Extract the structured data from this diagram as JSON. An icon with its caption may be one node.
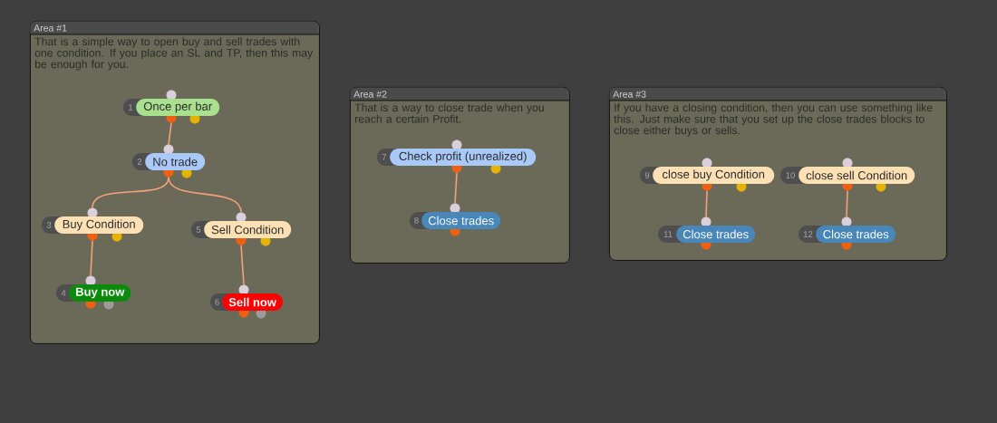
{
  "diagram": {
    "nodes": [
      {
        "text": [
          "Area #1",
          "That is a simple way to open buy and sell trades with one condition. If you place an SL and TP, then this may be enough for you."
        ]
      },
      {
        "text": [
          "1",
          "Once per bar"
        ],
        "in": 0
      },
      {
        "text": [
          "2",
          "No trade"
        ],
        "in": 0
      },
      {
        "text": [
          "3",
          "Buy Condition"
        ],
        "in": 0
      },
      {
        "text": [
          "4",
          "Buy now"
        ],
        "in": 0
      },
      {
        "text": [
          "5",
          "Sell Condition"
        ],
        "in": 0
      },
      {
        "text": [
          "6",
          "Sell now"
        ],
        "in": 0
      },
      {
        "text": [
          "Area #2",
          "That is a way to close trade when you reach a certain Profit."
        ]
      },
      {
        "text": [
          "7",
          "Check profit (unrealized)"
        ],
        "in": 7
      },
      {
        "text": [
          "8",
          "Close trades"
        ],
        "in": 7
      },
      {
        "text": [
          "Area #3",
          "If you have a closing condition, then you can use something like this. Just make sure that you set up the close trades blocks to close either buys or sells."
        ]
      },
      {
        "text": [
          "9",
          "close buy Condition"
        ],
        "in": 10
      },
      {
        "text": [
          "10",
          "close sell Condition"
        ],
        "in": 10
      },
      {
        "text": [
          "11",
          "Close trades"
        ],
        "in": 10
      },
      {
        "text": [
          "12",
          "Close trades"
        ],
        "in": 10
      }
    ],
    "edges": [
      {
        "from": 1,
        "to": 2,
        "arrow": "none"
      },
      {
        "from": 2,
        "to": 3,
        "arrow": "none"
      },
      {
        "from": 2,
        "to": 5,
        "arrow": "none"
      },
      {
        "from": 3,
        "to": 4,
        "arrow": "none"
      },
      {
        "from": 5,
        "to": 6,
        "arrow": "none"
      },
      {
        "from": 8,
        "to": 9,
        "arrow": "none"
      },
      {
        "from": 11,
        "to": 13,
        "arrow": "none"
      },
      {
        "from": 12,
        "to": 14,
        "arrow": "none"
      }
    ]
  }
}
